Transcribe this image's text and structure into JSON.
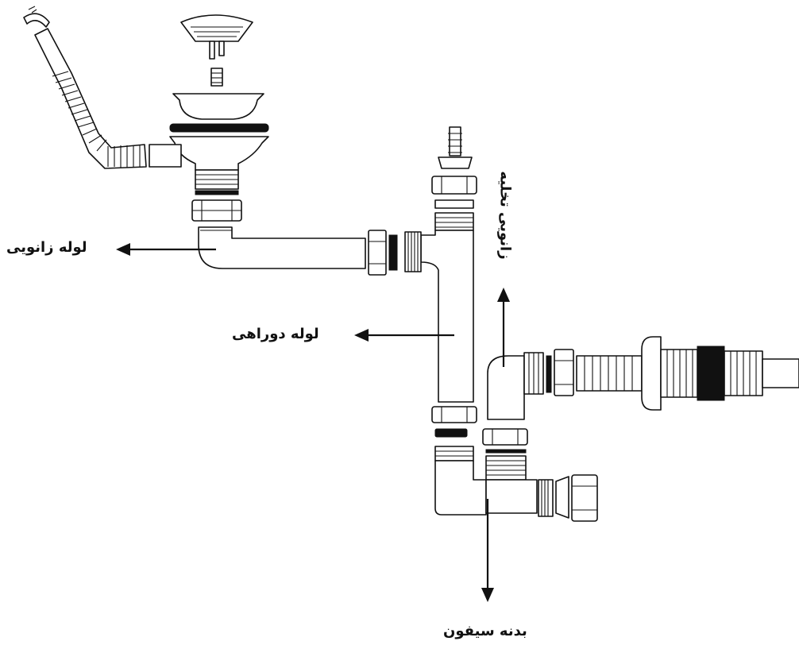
{
  "labels": {
    "elbow_pipe": "لوله زانویی",
    "two_way_pipe": "لوله دوراهی",
    "drain_elbow": "زانویی تخلیه",
    "siphon_body": "بدنه سیفون"
  },
  "colors": {
    "stroke": "#111111",
    "background": "#ffffff"
  }
}
